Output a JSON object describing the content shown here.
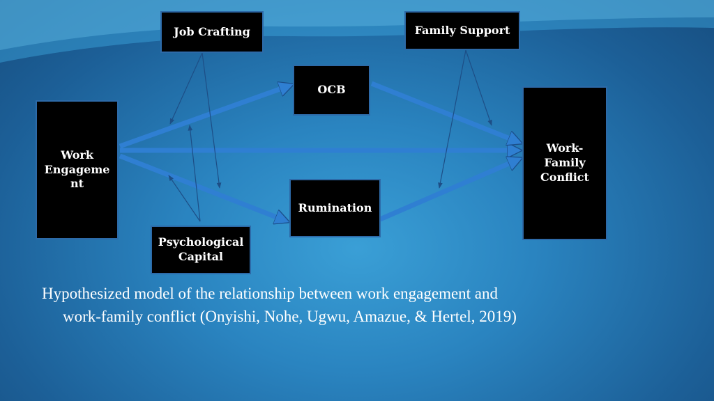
{
  "diagram": {
    "nodes": {
      "job_crafting": "Job Crafting",
      "family_support": "Family Support",
      "ocb": "OCB",
      "work_engagement": "Work\nEngageme\nnt",
      "work_family_conflict": "Work-\nFamily\nConflict",
      "rumination": "Rumination",
      "psychological_capital": "Psychological\nCapital"
    },
    "caption": {
      "line1": "Hypothesized model of the relationship between work engagement and",
      "line2": "work-family conflict (Onyishi, Nohe, Ugwu, Amazue, & Hertel, 2019)"
    },
    "colors": {
      "box_fill": "#000000",
      "box_border": "#2d6aa8",
      "arrow": "#2f7fd2"
    }
  }
}
